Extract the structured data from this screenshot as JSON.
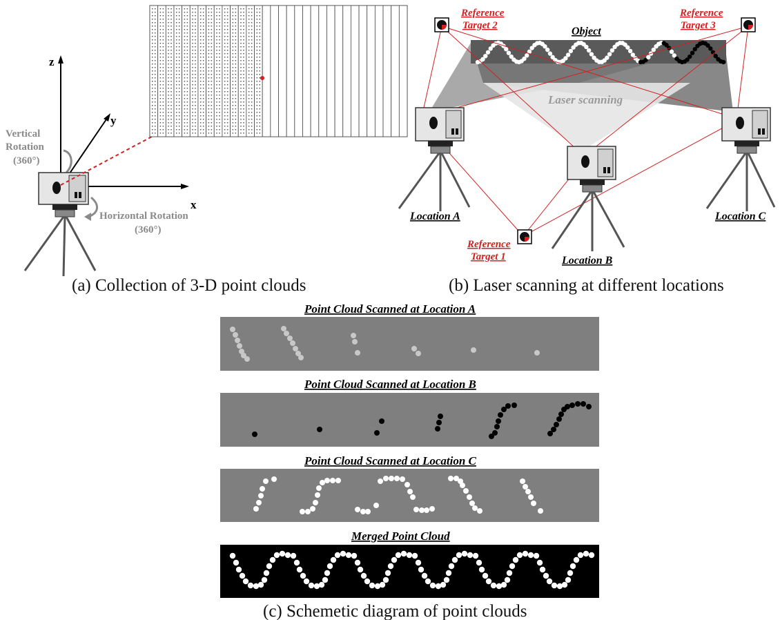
{
  "panel_a": {
    "axis_z": "z",
    "axis_y": "y",
    "axis_x": "x",
    "vertical_rotation_line1": "Vertical",
    "vertical_rotation_line2": "Rotation",
    "vertical_rotation_line3": "(360°)",
    "horizontal_rotation_line1": "Horizontal Rotation",
    "horizontal_rotation_line2": "(360°)",
    "caption": "(a) Collection of 3-D point clouds"
  },
  "panel_b": {
    "reference_target_2_line1": "Reference",
    "reference_target_2_line2": "Target 2",
    "reference_target_3_line1": "Reference",
    "reference_target_3_line2": "Target 3",
    "reference_target_1_line1": "Reference",
    "reference_target_1_line2": "Target 1",
    "object_label": "Object",
    "laser_label": "Laser scanning",
    "location_a": "Location A",
    "location_b": "Location B",
    "location_c": "Location C",
    "caption": "(b) Laser scanning at different locations"
  },
  "panel_c": {
    "title_a": "Point Cloud Scanned at Location A",
    "title_b": "Point Cloud Scanned at Location B",
    "title_c": "Point Cloud Scanned at Location C",
    "title_merged": "Merged Point Cloud",
    "caption": "(c) Schemetic diagram of point clouds"
  },
  "colors": {
    "panel_gray": "#7f7f7f",
    "merged_black": "#000000",
    "point_light": "#c8c8c8",
    "point_black": "#000000",
    "point_white": "#ffffff",
    "reference_red": "#d42020"
  }
}
